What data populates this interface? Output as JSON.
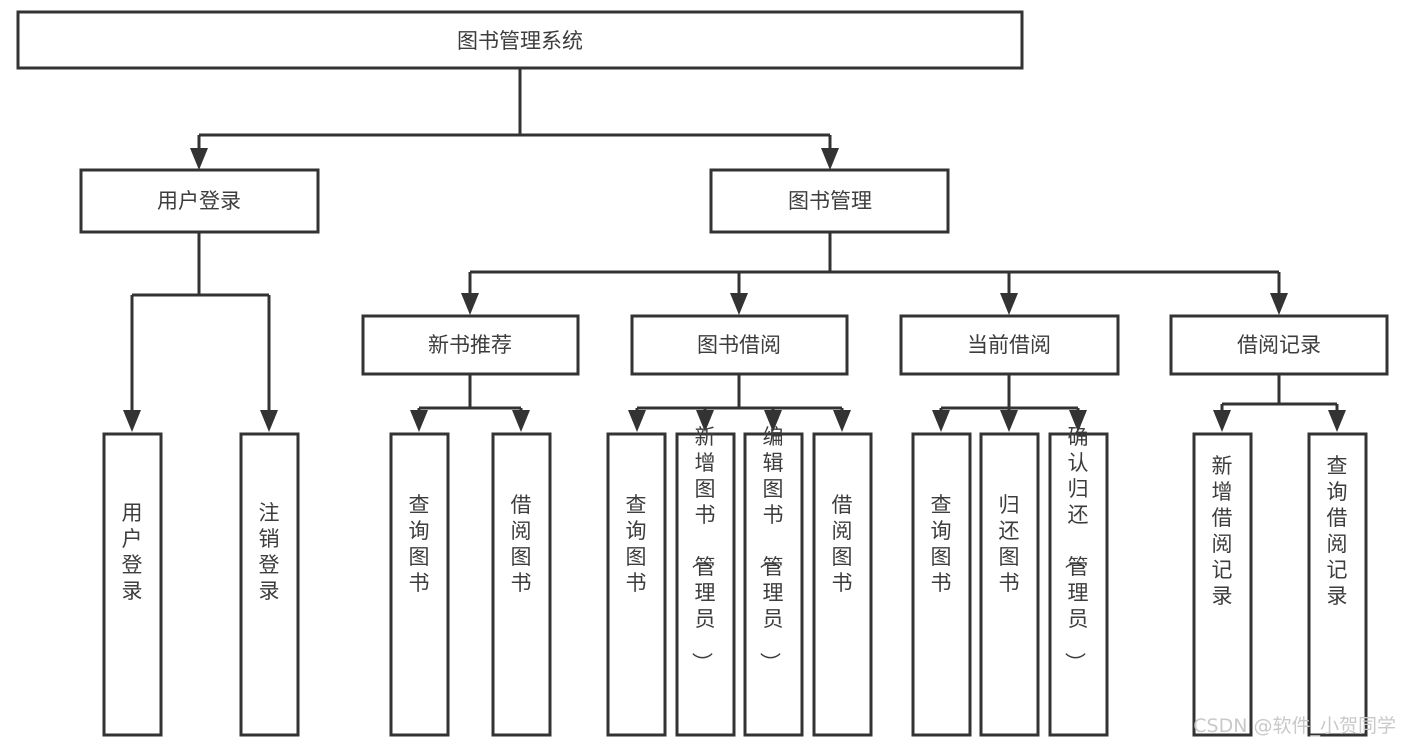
{
  "diagram": {
    "type": "tree-hierarchy",
    "title": "图书管理系统",
    "root": {
      "id": "root",
      "label": "图书管理系统",
      "level": 1
    },
    "level2": [
      {
        "id": "user-login",
        "label": "用户登录"
      },
      {
        "id": "book-management",
        "label": "图书管理"
      }
    ],
    "level3": [
      {
        "id": "new-book-recommend",
        "label": "新书推荐",
        "parent": "book-management"
      },
      {
        "id": "book-borrow",
        "label": "图书借阅",
        "parent": "book-management"
      },
      {
        "id": "current-borrow",
        "label": "当前借阅",
        "parent": "book-management"
      },
      {
        "id": "borrow-record",
        "label": "借阅记录",
        "parent": "book-management"
      }
    ],
    "leaves": {
      "user-login": [
        {
          "id": "leaf-user-login",
          "label": "用户登录"
        },
        {
          "id": "leaf-user-logout",
          "label": "注销登录"
        }
      ],
      "new-book-recommend": [
        {
          "id": "leaf-query-book-1",
          "label": "查询图书"
        },
        {
          "id": "leaf-borrow-book-1",
          "label": "借阅图书"
        }
      ],
      "book-borrow": [
        {
          "id": "leaf-query-book-2",
          "label": "查询图书"
        },
        {
          "id": "leaf-add-book",
          "label": "新增图书（管理员）"
        },
        {
          "id": "leaf-edit-book",
          "label": "编辑图书（管理员）"
        },
        {
          "id": "leaf-borrow-book-2",
          "label": "借阅图书"
        }
      ],
      "current-borrow": [
        {
          "id": "leaf-query-book-3",
          "label": "查询图书"
        },
        {
          "id": "leaf-return-book",
          "label": "归还图书"
        },
        {
          "id": "leaf-confirm-return",
          "label": "确认归还（管理员）"
        }
      ],
      "borrow-record": [
        {
          "id": "leaf-add-record",
          "label": "新增借阅记录"
        },
        {
          "id": "leaf-query-record",
          "label": "查询借阅记录"
        }
      ]
    },
    "colors": {
      "stroke": "#333333",
      "fill": "#ffffff",
      "text": "#3d3d3d",
      "watermark": "#c9c9c9",
      "background": "#ffffff"
    }
  },
  "watermark": {
    "text": "CSDN @软件_小贺同学"
  }
}
